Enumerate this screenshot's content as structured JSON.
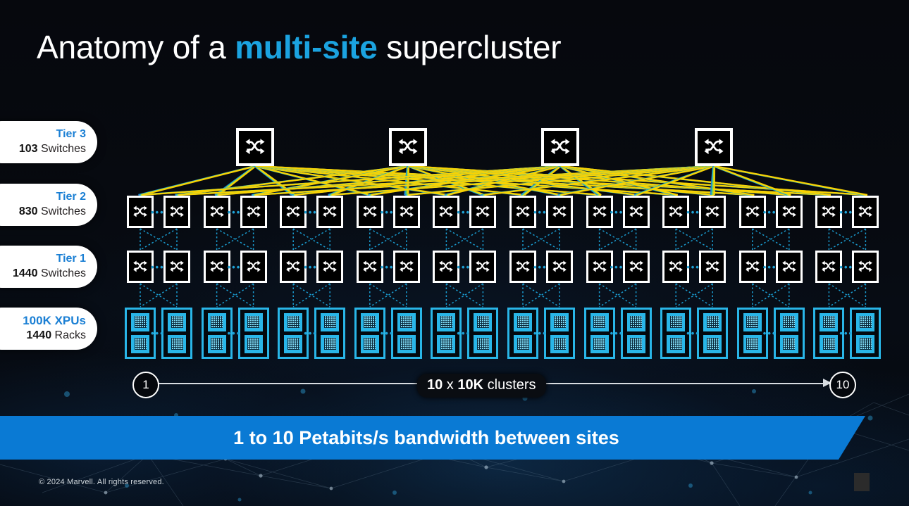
{
  "slide": {
    "title_prefix": "Anatomy of a ",
    "title_highlight": "multi-site",
    "title_suffix": " supercluster",
    "highlight_color": "#1ba3e0",
    "background_color": "#05070c"
  },
  "tiers": [
    {
      "id": "tier-3",
      "name": "Tier 3",
      "count": "103",
      "unit": " Switches"
    },
    {
      "id": "tier-2",
      "name": "Tier 2",
      "count": "830",
      "unit": " Switches"
    },
    {
      "id": "tier-1",
      "name": "Tier 1",
      "count": "1440",
      "unit": " Switches"
    },
    {
      "id": "xpus",
      "name": "100K XPUs",
      "count": "1440",
      "unit": " Racks"
    }
  ],
  "diagram": {
    "tier3_switch_count": 4,
    "tier2_switch_count": 20,
    "tier1_switch_count": 20,
    "rack_count": 20,
    "cluster_count": 10,
    "switch_icon": "switch-shuffle-icon",
    "rack_icon": "server-rack-icon",
    "ellipsis": "•••",
    "link_colors_tier3": [
      "#1f7fe0",
      "#27c4a8",
      "#b6e02a",
      "#ffd200"
    ],
    "link_color_lower": "#1ca6dd",
    "rack_accent": "#29b6e8"
  },
  "axis": {
    "start_label": "1",
    "end_label": "10",
    "label_a": "10",
    "label_x": " x ",
    "label_b": "10K",
    "label_c": " clusters"
  },
  "banner": {
    "text": "1 to 10 Petabits/s bandwidth between sites",
    "color": "#0a7ad4"
  },
  "footer": {
    "copyright": "© 2024 Marvell. All rights reserved."
  }
}
